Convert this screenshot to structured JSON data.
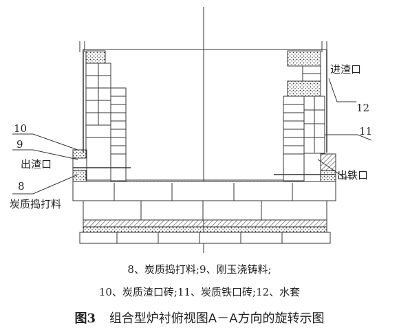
{
  "labels": {
    "slag_inlet": "进渣口",
    "n12": "12",
    "n11": "11",
    "iron_outlet": "出铁口",
    "n10": "10",
    "n9": "9",
    "slag_outlet": "出渣口",
    "n8": "8",
    "carbon_ramming": "炭质捣打料"
  },
  "legend": {
    "line1": "8、炭质捣打料;9、刚玉浇铸料;",
    "line2": "10、炭质渣口砖;11、炭质铁口砖;12、水套"
  },
  "caption": {
    "fig_no": "图3",
    "text": "组合型炉衬俯视图A－A方向的旋转示图"
  }
}
